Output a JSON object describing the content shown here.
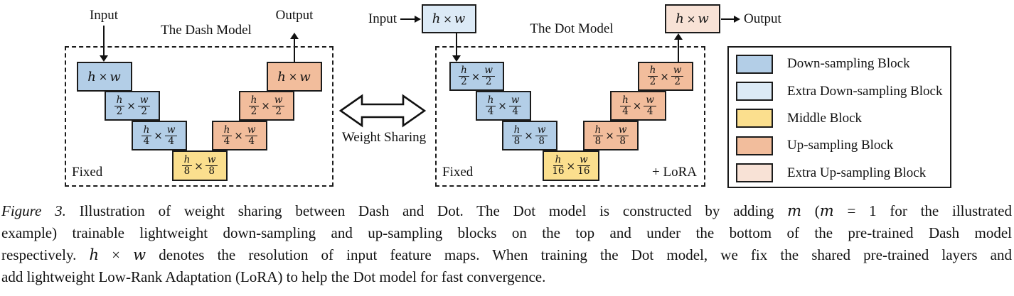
{
  "figure": {
    "dash_model": {
      "title": "The Dash Model",
      "input_label": "Input",
      "output_label": "Output",
      "fixed_label": "Fixed",
      "blocks": [
        {
          "role": "down",
          "label": "h×w"
        },
        {
          "role": "down",
          "label": "h/2×w/2"
        },
        {
          "role": "down",
          "label": "h/4×w/4"
        },
        {
          "role": "middle",
          "label": "h/8×w/8"
        },
        {
          "role": "up",
          "label": "h/4×w/4"
        },
        {
          "role": "up",
          "label": "h/2×w/2"
        },
        {
          "role": "up",
          "label": "h×w"
        }
      ]
    },
    "weight_sharing_label": "Weight Sharing",
    "dot_model": {
      "title": "The Dot Model",
      "input_label": "Input",
      "output_label": "Output",
      "fixed_label": "Fixed",
      "lora_label": "+ LoRA",
      "extra_down_block": {
        "role": "extra_down",
        "label": "h×w"
      },
      "extra_up_block": {
        "role": "extra_up",
        "label": "h×w"
      },
      "blocks": [
        {
          "role": "down",
          "label": "h/2×w/2"
        },
        {
          "role": "down",
          "label": "h/4×w/4"
        },
        {
          "role": "down",
          "label": "h/8×w/8"
        },
        {
          "role": "middle",
          "label": "h/16×w/16"
        },
        {
          "role": "up",
          "label": "h/8×w/8"
        },
        {
          "role": "up",
          "label": "h/4×w/4"
        },
        {
          "role": "up",
          "label": "h/2×w/2"
        }
      ]
    },
    "legend": [
      {
        "role": "down",
        "label": "Down-sampling Block"
      },
      {
        "role": "extra_down",
        "label": "Extra Down-sampling Block"
      },
      {
        "role": "middle",
        "label": "Middle Block"
      },
      {
        "role": "up",
        "label": "Up-sampling Block"
      },
      {
        "role": "extra_up",
        "label": "Extra Up-sampling Block"
      }
    ],
    "colors": {
      "down": "#b3cee7",
      "extra_down": "#dceaf6",
      "middle": "#fbdf8e",
      "up": "#f2bd9c",
      "extra_up": "#f8e2d6",
      "outline": "#1b1b1b"
    }
  },
  "caption": {
    "lines": [
      {
        "justify": true,
        "segments": [
          {
            "t": "Figure 3.",
            "s": "i"
          },
          {
            "t": " Illustration of weight sharing between Dash and Dot. The Dot model is constructed by adding ",
            "s": "n"
          },
          {
            "t": "m",
            "s": "m"
          },
          {
            "t": " (",
            "s": "n"
          },
          {
            "t": "m",
            "s": "m"
          },
          {
            "t": " = 1 for the illustrated",
            "s": "n"
          }
        ]
      },
      {
        "justify": true,
        "segments": [
          {
            "t": "example) trainable lightweight down-sampling and up-sampling blocks on the top and under the bottom of the pre-trained Dash model",
            "s": "n"
          }
        ]
      },
      {
        "justify": true,
        "segments": [
          {
            "t": "respectively. ",
            "s": "n"
          },
          {
            "t": "h",
            "s": "m"
          },
          {
            "t": " × ",
            "s": "n"
          },
          {
            "t": "w",
            "s": "m"
          },
          {
            "t": " denotes the resolution of input feature maps. When training the Dot model, we fix the shared pre-trained layers and",
            "s": "n"
          }
        ]
      },
      {
        "justify": false,
        "segments": [
          {
            "t": "add lightweight Low-Rank Adaptation (LoRA) to help the Dot model for fast convergence.",
            "s": "n"
          }
        ]
      }
    ]
  }
}
